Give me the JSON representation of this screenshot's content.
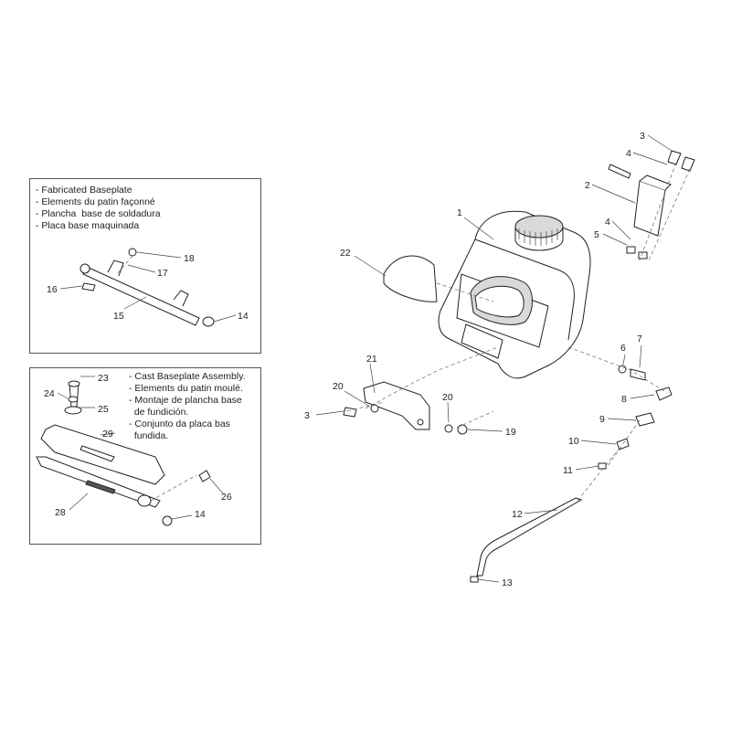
{
  "inset_fabricated": {
    "lines": [
      "- Fabricated Baseplate",
      "- Elements du patin façonné",
      "- Plancha  base de soldadura",
      "- Placa base maquinada"
    ]
  },
  "inset_cast": {
    "lines": [
      "- Cast Baseplate Assembly.",
      "- Elements du patin moulé.",
      "- Montaje de plancha base",
      "  de fundición.",
      "- Conjunto da placa bas",
      "  fundida."
    ]
  },
  "callouts": {
    "c1": "1",
    "c2": "2",
    "c3_top": "3",
    "c3_left": "3",
    "c4_top": "4",
    "c4_mid": "4",
    "c5": "5",
    "c6": "6",
    "c7": "7",
    "c8": "8",
    "c9": "9",
    "c10": "10",
    "c11": "11",
    "c12": "12",
    "c13": "13",
    "c14_a": "14",
    "c14_b": "14",
    "c15": "15",
    "c16": "16",
    "c17": "17",
    "c18": "18",
    "c19": "19",
    "c20_a": "20",
    "c20_b": "20",
    "c21": "21",
    "c22": "22",
    "c23": "23",
    "c24": "24",
    "c25": "25",
    "c26": "26",
    "c28": "28",
    "c29": "29"
  }
}
